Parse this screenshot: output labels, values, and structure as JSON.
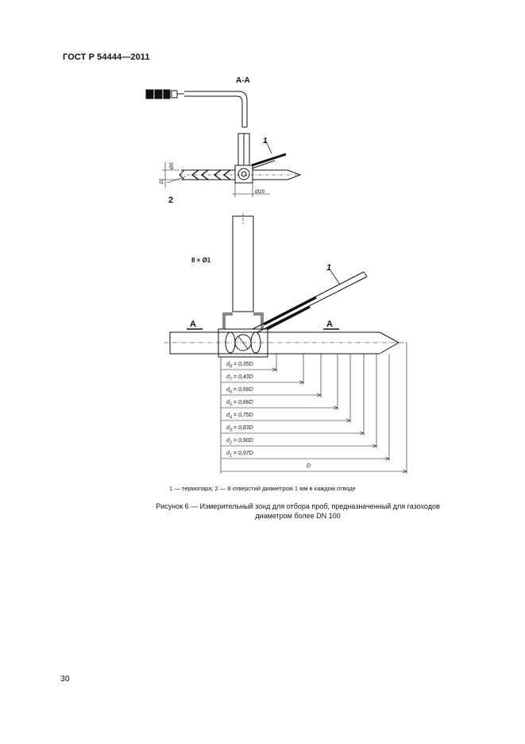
{
  "header": {
    "standard": "ГОСТ Р 54444—2011"
  },
  "figure": {
    "section_label": "А-А",
    "label_1_top": "1",
    "label_1_bottom": "1",
    "label_2": "2",
    "dim_25": "Ø5",
    "dim_10": "10",
    "dim_20": "Ø20",
    "holes": "8 × Ø1",
    "section_mark_left": "А",
    "section_mark_right": "А",
    "diameters": [
      {
        "sym": "d",
        "sub": "8",
        "val": " = 0,35D"
      },
      {
        "sym": "d",
        "sub": "7",
        "val": " = 0,43D"
      },
      {
        "sym": "d",
        "sub": "6",
        "val": " = 0,56D"
      },
      {
        "sym": "d",
        "sub": "5",
        "val": " = 0,66D"
      },
      {
        "sym": "d",
        "sub": "4",
        "val": " = 0,75D"
      },
      {
        "sym": "d",
        "sub": "3",
        "val": " = 0,83D"
      },
      {
        "sym": "d",
        "sub": "2",
        "val": " = 0,90D"
      },
      {
        "sym": "d",
        "sub": "1",
        "val": " = 0,97D"
      }
    ],
    "D_label": "D"
  },
  "legend_text": "1 — термопара; 2 — 8 отверстий диаметром 1 мм в каждом отводе",
  "caption": {
    "line1": "Рисунок 6 — Измерительный зонд для отбора проб, предназначенный для газоходов",
    "line2": "диаметром более DN 100"
  },
  "page_number": "30"
}
